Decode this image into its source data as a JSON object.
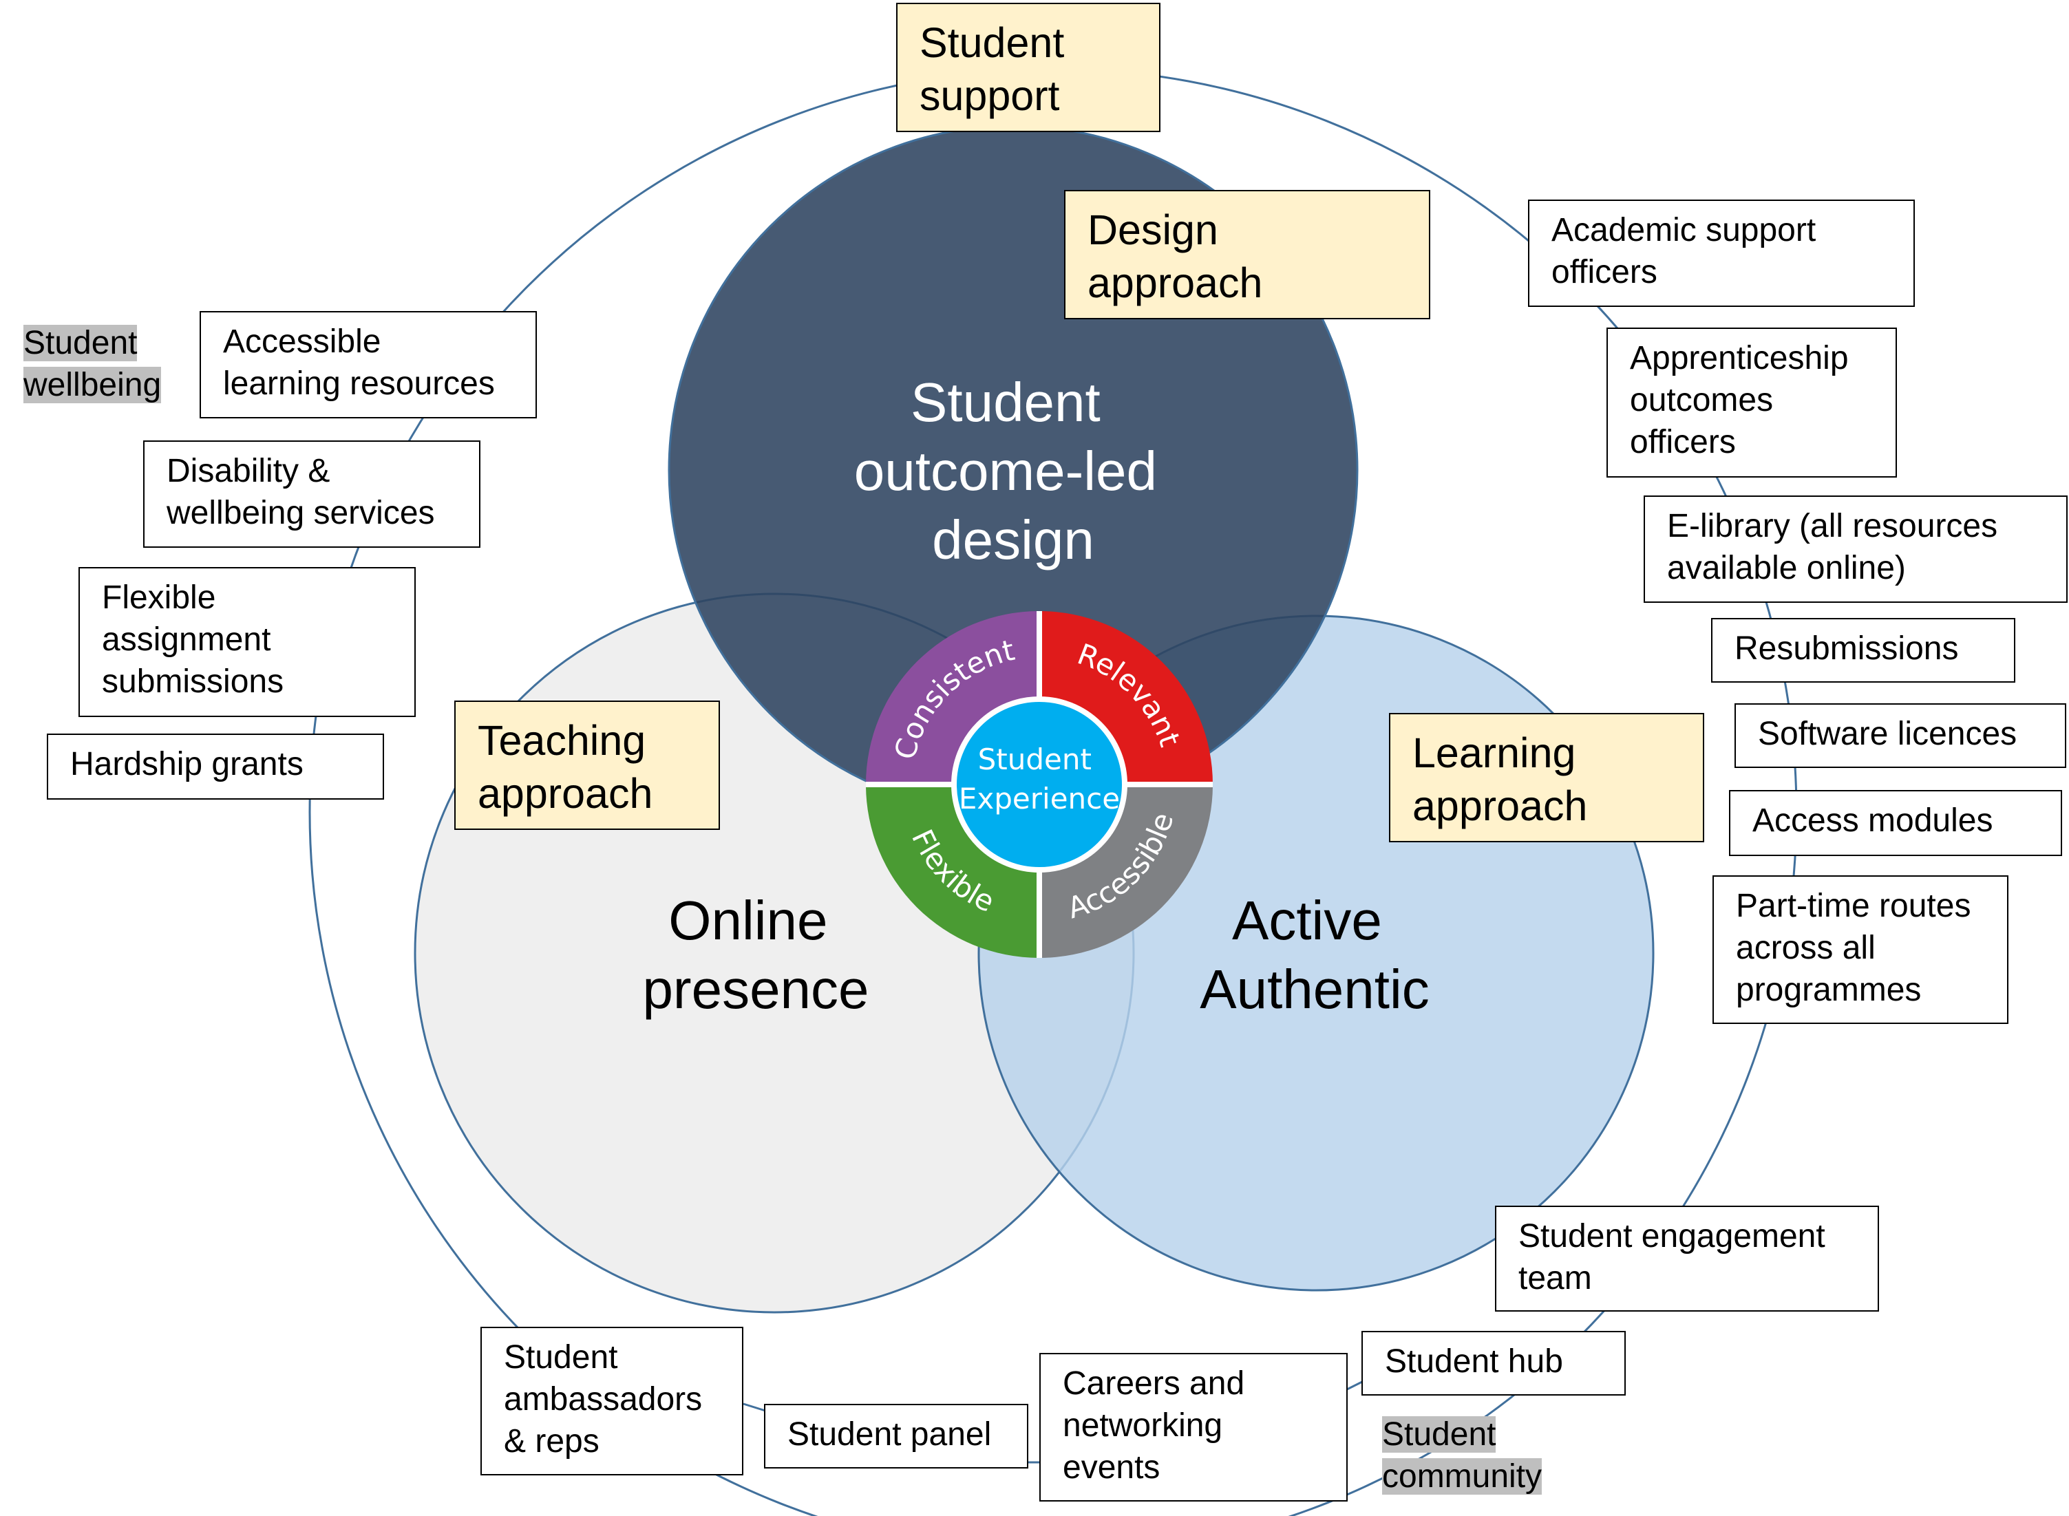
{
  "colors": {
    "design_circle": "#2e4360",
    "teaching_circle": "#efefef",
    "learning_circle": "#b7d2ec",
    "ring": "#41709c",
    "highlight_box": "#fff2cc",
    "tag_bg": "#bfbfbf",
    "consistent": "#8b4f9e",
    "relevant": "#e01b1b",
    "flexible": "#4a9b33",
    "accessible": "#7f8184",
    "center": "#00aeef"
  },
  "headings": {
    "student_support": "Student\nsupport",
    "design_approach": "Design\napproach",
    "teaching_approach": "Teaching\napproach",
    "learning_approach": "Learning\napproach"
  },
  "circles": {
    "design": [
      "Student",
      "outcome-led",
      "design"
    ],
    "teaching": [
      "Online",
      "presence"
    ],
    "learning": [
      "Active",
      "Authentic"
    ]
  },
  "wheel": {
    "segments": {
      "consistent": "Consistent",
      "relevant": "Relevant",
      "flexible": "Flexible",
      "accessible": "Accessible"
    },
    "center": [
      "Student",
      "Experience"
    ]
  },
  "tags": {
    "wellbeing": [
      "Student",
      "wellbeing"
    ],
    "community": [
      "Student",
      "community"
    ]
  },
  "items": {
    "accessible_resources": "Accessible\nlearning resources",
    "disability": "Disability &\nwellbeing services",
    "flexible_assignment": "Flexible\nassignment\nsubmissions",
    "hardship": "Hardship grants",
    "academic_support": "Academic support\nofficers",
    "apprenticeship": "Apprenticeship\noutcomes\nofficers",
    "elibrary": "E-library (all resources\navailable online)",
    "resubmissions": "Resubmissions",
    "software": "Software licences",
    "access_modules": "Access modules",
    "part_time": "Part-time routes\nacross all\nprogrammes",
    "engagement": "Student engagement\nteam",
    "hub": "Student hub",
    "careers": "Careers and\nnetworking\nevents",
    "panel": "Student panel",
    "ambassadors": "Student\nambassadors\n& reps"
  }
}
